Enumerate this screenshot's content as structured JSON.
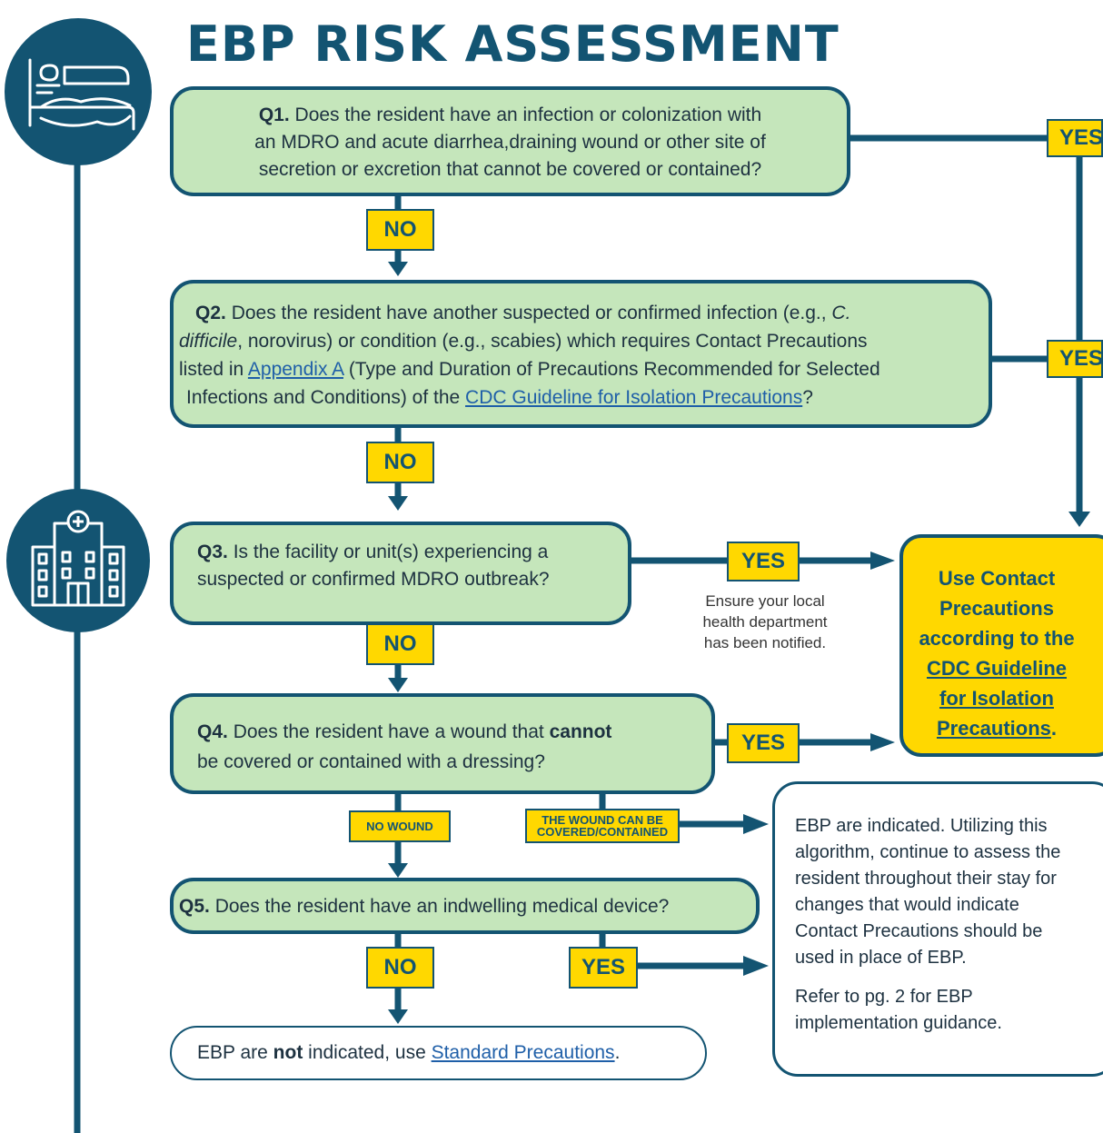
{
  "title": "EBP RISK ASSESSMENT",
  "icons": {
    "top": "patient-bed-icon",
    "middle": "hospital-building-icon"
  },
  "colors": {
    "navy": "#135472",
    "green": "#c5e6bb",
    "yellow": "#ffd800",
    "link": "#1f5fa8"
  },
  "q1": {
    "num": "Q1.",
    "line1": " Does the resident have an infection or colonization with",
    "line2": "an MDRO and acute diarrhea,draining wound or other site of",
    "line3": "secretion or excretion that cannot be covered or contained?"
  },
  "q2": {
    "num": "Q2.",
    "a": " Does the resident have another suspected or confirmed infection (e.g., ",
    "italic1": "C.",
    "italic2": "difficile",
    "b": ", norovirus) or condition (e.g., scabies) which requires Contact Precautions",
    "c": "listed in ",
    "link1": "Appendix A",
    "d": " (Type and Duration of Precautions Recommended for Selected",
    "e": "Infections and Conditions) of the ",
    "link2": "CDC Guideline for Isolation Precautions",
    "f": "?"
  },
  "q3": {
    "num": "Q3.",
    "line1": " Is the facility or unit(s) experiencing a",
    "line2": "suspected or confirmed MDRO outbreak?",
    "note1": "Ensure your local",
    "note2": "health department",
    "note3": "has been notified."
  },
  "q4": {
    "num": "Q4.",
    "a": " Does the resident have a wound that ",
    "bold": "cannot",
    "line2": "be covered or contained with a dressing?"
  },
  "q5": {
    "num": "Q5.",
    "text": " Does the resident have an indwelling medical device?"
  },
  "labels": {
    "yes": "YES",
    "no": "NO",
    "no_wound": "NO WOUND",
    "wound_covered1": "THE WOUND CAN BE",
    "wound_covered2": "COVERED/CONTAINED"
  },
  "contact": {
    "line1": "Use Contact",
    "line2": "Precautions",
    "line3": "according to the",
    "link1": "CDC Guideline",
    "link2": "for Isolation",
    "link3": "Precautions",
    "end": "."
  },
  "ebp": {
    "p1": "EBP are indicated. Utilizing this algorithm, continue to assess the resident throughout their stay for changes that would indicate Contact Precautions should be used in place of EBP.",
    "p2": "Refer to pg. 2 for EBP implementation guidance."
  },
  "standard": {
    "a": "EBP are ",
    "bold": "not",
    "b": " indicated, use ",
    "link": "Standard Precautions",
    "end": "."
  }
}
